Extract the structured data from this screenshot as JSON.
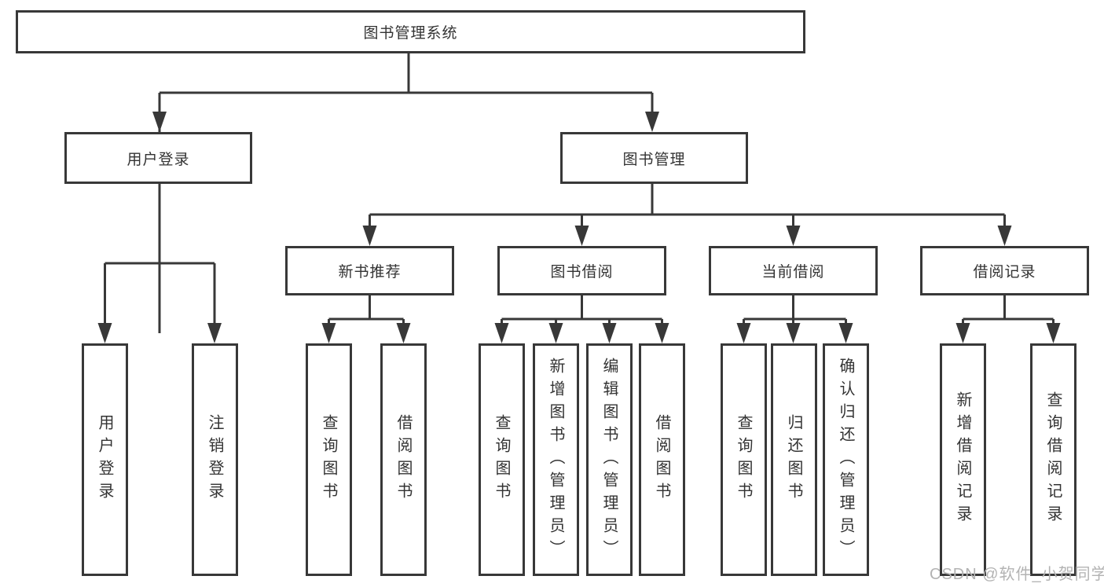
{
  "diagram_title": "图书管理系统",
  "nodes": {
    "root": "图书管理系统",
    "l2": [
      "用户登录",
      "图书管理"
    ],
    "l3": [
      "新书推荐",
      "图书借阅",
      "当前借阅",
      "借阅记录"
    ],
    "user_login_children": [
      "用户登录",
      "注销登录"
    ],
    "new_book_children": [
      "查询图书",
      "借阅图书"
    ],
    "book_borrow_children": [
      "查询图书",
      "新增图书（管理员）",
      "编辑图书（管理员）",
      "借阅图书"
    ],
    "current_borrow_children": [
      "查询图书",
      "归还图书",
      "确认归还（管理员）"
    ],
    "record_children": [
      "新增借阅记录",
      "查询借阅记录"
    ]
  },
  "colors": {
    "line": "#383838",
    "box_border": "#383838",
    "box_fill": "#ffffff",
    "text": "#333333",
    "watermark": "#b3b3b3"
  },
  "watermark": "CSDN @软件_小贺同学"
}
